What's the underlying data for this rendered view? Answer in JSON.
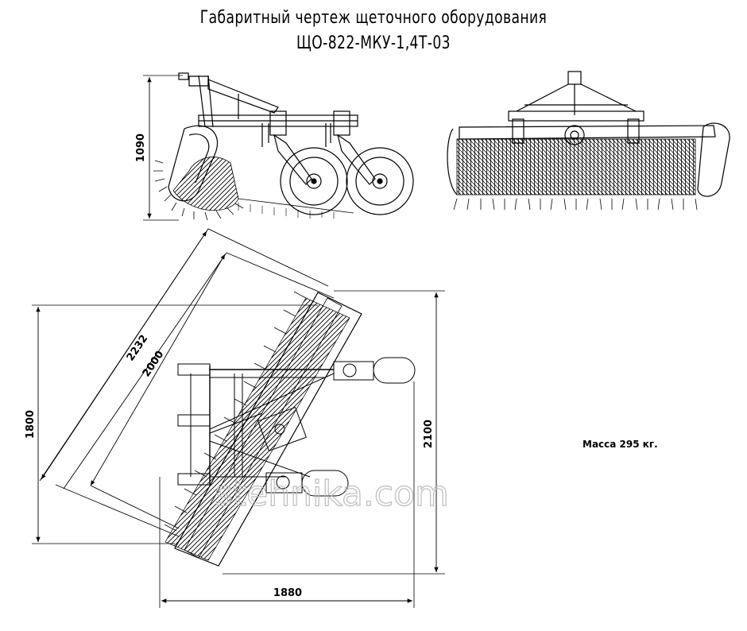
{
  "title_line1": "Габаритный чертеж щеточного оборудования",
  "title_line2": "ЩО-822-МКУ-1,4Т-03",
  "dims": {
    "height_side": "1090",
    "diag_outer": "2232",
    "diag_inner": "2000",
    "left_height": "1800",
    "right_height": "2100",
    "bottom_width": "1880"
  },
  "mass": "Масса 295 кг.",
  "watermark": "stehnika.com"
}
